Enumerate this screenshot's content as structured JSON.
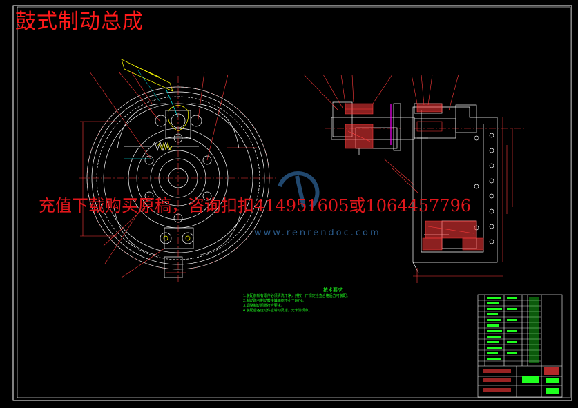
{
  "title": "鼓式制动总成",
  "watermark": {
    "text": "充值下载购买原稿，咨询扣扣414951605或1064457796",
    "site": "www.renrendoc.com"
  },
  "tech_requirements": {
    "heading": "技术要求",
    "lines": [
      "1.装配前所有零件必须清洗干净，并按一厂规定检查合格后方可装配。",
      "2.制动蹄与制动鼓接触面积不小于80%。",
      "3.调整制动间隙符合要求。",
      "4.装配后各运动件应转动灵活，无卡滞现象。"
    ]
  },
  "colors": {
    "background": "#000000",
    "outline": "#ffffff",
    "dimension": "#ff3b3b",
    "center_line": "#ff3b3b",
    "leader": "#ff3b3b",
    "hatch": "#ff3b3b",
    "part": "#ffffff",
    "highlight": "#ffff00",
    "magenta": "#ff00ff",
    "cyan": "#00ffff",
    "green": "#1fff1f"
  }
}
